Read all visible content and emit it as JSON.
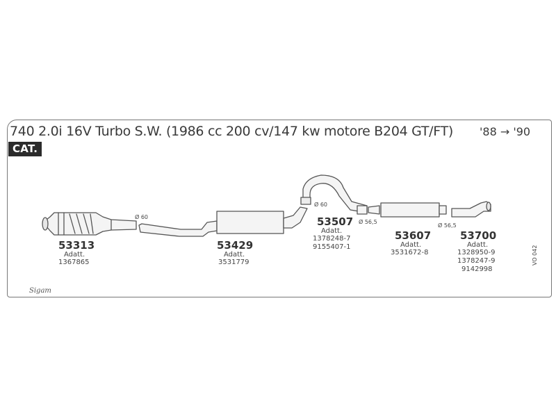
{
  "header": {
    "title": "740 2.0i 16V Turbo S.W. (1986 cc 200 cv/147 kw motore B204 GT/FT)",
    "years": "'88 → '90",
    "badge": "CAT."
  },
  "parts": [
    {
      "code": "53313",
      "adapt_label": "Adatt.",
      "refs": [
        "1367865"
      ]
    },
    {
      "code": "53429",
      "adapt_label": "Adatt.",
      "refs": [
        "3531779"
      ]
    },
    {
      "code": "53507",
      "adapt_label": "Adatt.",
      "refs": [
        "1378248-7",
        "9155407-1"
      ]
    },
    {
      "code": "53607",
      "adapt_label": "Adatt.",
      "refs": [
        "3531672-8"
      ]
    },
    {
      "code": "53700",
      "adapt_label": "Adatt.",
      "refs": [
        "1328950-9",
        "1378247-9",
        "9142998"
      ]
    }
  ],
  "dimensions": [
    "Ø 60",
    "Ø 60",
    "Ø 56,5",
    "Ø 56,5"
  ],
  "figure_code": "VO 042",
  "logo_text": "Sigam"
}
